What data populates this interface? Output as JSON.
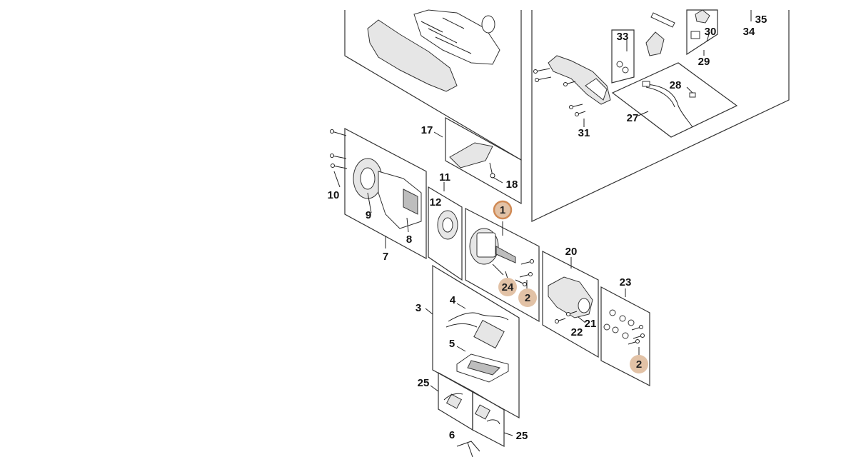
{
  "labels": {
    "l1": "1",
    "l2a": "2",
    "l2b": "2",
    "l3": "3",
    "l4": "4",
    "l5": "5",
    "l6": "6",
    "l7": "7",
    "l8": "8",
    "l9": "9",
    "l10": "10",
    "l11": "11",
    "l12": "12",
    "l17": "17",
    "l18": "18",
    "l20": "20",
    "l21": "21",
    "l22": "22",
    "l23": "23",
    "l24": "24",
    "l25a": "25",
    "l25b": "25",
    "l27": "27",
    "l28": "28",
    "l29": "29",
    "l30": "30",
    "l31": "31",
    "l33": "33",
    "l34": "34",
    "l35": "35"
  },
  "colors": {
    "highlight": "#e2c2a6",
    "highlight_ring": "#d08a55",
    "line": "#333333"
  },
  "highlighted_parts": [
    "1",
    "2",
    "24"
  ]
}
